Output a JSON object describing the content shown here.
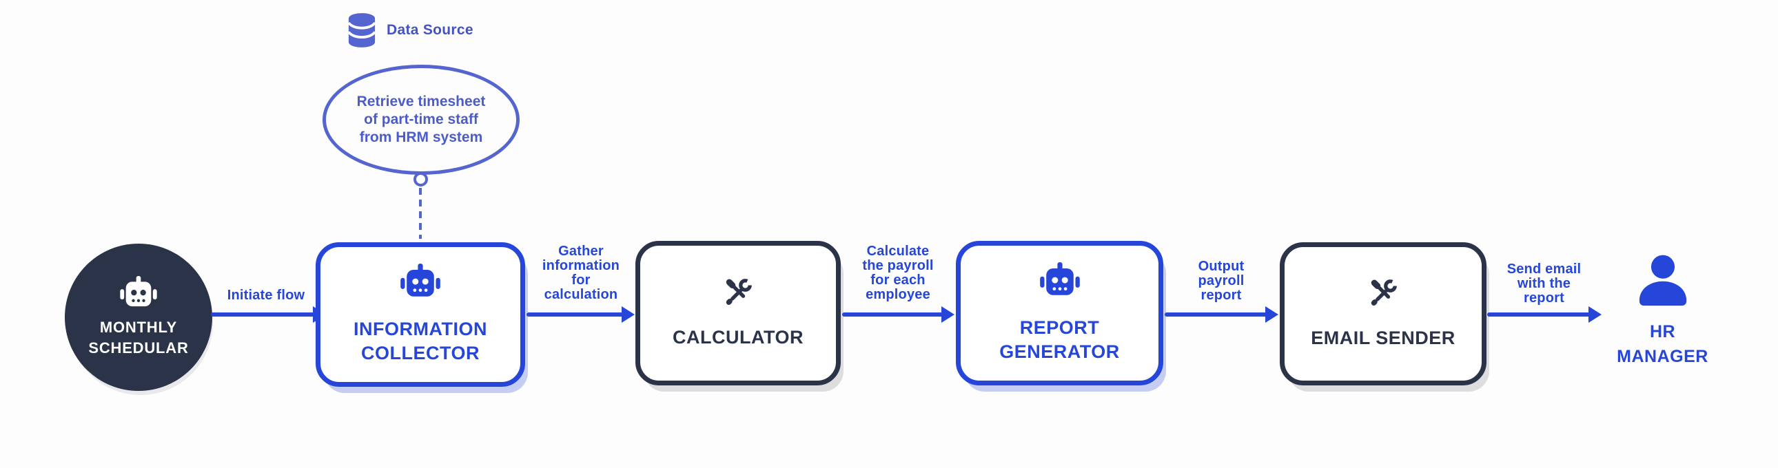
{
  "palette": {
    "primary_blue": "#2546d8",
    "soft_indigo": "#5565cf",
    "dark_navy": "#2b3349",
    "white": "#ffffff",
    "blue_box_shadow": "#c5cdf2",
    "dark_box_shadow": "#dddcde",
    "background": "#fdfdfd"
  },
  "data_source": {
    "label": "Data Source",
    "icon": "database-icon",
    "bubble_text": "Retrieve timesheet\nof part-time staff\nfrom HRM system"
  },
  "flow": {
    "start": {
      "label": "MONTHLY\nSCHEDULAR",
      "icon": "robot-icon",
      "type": "agent-trigger"
    },
    "edges": [
      {
        "label": "Initiate flow"
      },
      {
        "label": "Gather\ninformation\nfor\ncalculation"
      },
      {
        "label": "Calculate\nthe payroll\nfor each\nemployee"
      },
      {
        "label": "Output\npayroll\nreport"
      },
      {
        "label": "Send email\nwith the\nreport"
      }
    ],
    "nodes": [
      {
        "label": "INFORMATION\nCOLLECTOR",
        "icon": "robot-icon",
        "type": "agent"
      },
      {
        "label": "CALCULATOR",
        "icon": "tools-icon",
        "type": "tool"
      },
      {
        "label": "REPORT\nGENERATOR",
        "icon": "robot-icon",
        "type": "agent"
      },
      {
        "label": "EMAIL SENDER",
        "icon": "tools-icon",
        "type": "tool"
      }
    ],
    "end": {
      "label": "HR\nMANAGER",
      "icon": "person-icon",
      "type": "human"
    }
  }
}
